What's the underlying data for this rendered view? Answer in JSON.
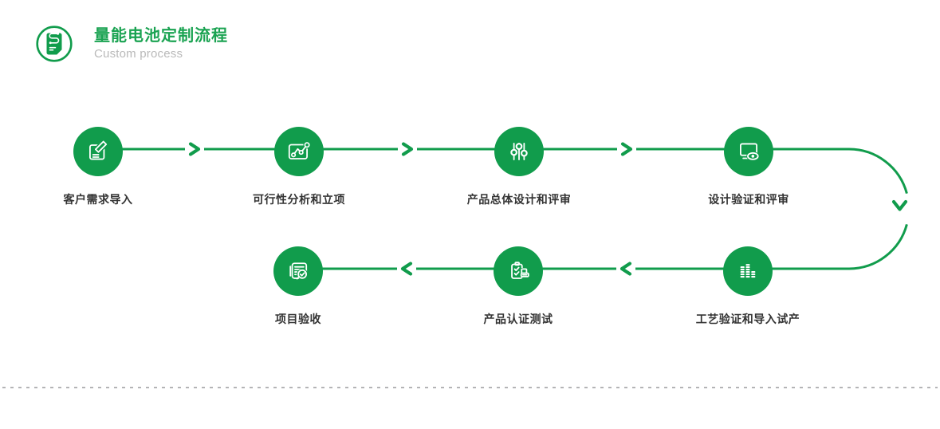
{
  "colors": {
    "green": "#119c4c",
    "title-green": "#1ba352",
    "label": "#333333",
    "subtitle": "#b9b9b9",
    "divider": "#b4b4b6"
  },
  "header": {
    "title": "量能电池定制流程",
    "subtitle": "Custom process"
  },
  "flow": {
    "steps": [
      {
        "label": "客户需求导入",
        "icon": "edit-document-icon"
      },
      {
        "label": "可行性分析和立项",
        "icon": "trend-chart-icon"
      },
      {
        "label": "产品总体设计和评审",
        "icon": "sliders-icon"
      },
      {
        "label": "设计验证和评审",
        "icon": "monitor-review-icon"
      },
      {
        "label": "工艺验证和导入试产",
        "icon": "equalizer-bars-icon"
      },
      {
        "label": "产品认证测试",
        "icon": "certification-test-icon"
      },
      {
        "label": "项目验收",
        "icon": "document-check-icon"
      }
    ]
  }
}
